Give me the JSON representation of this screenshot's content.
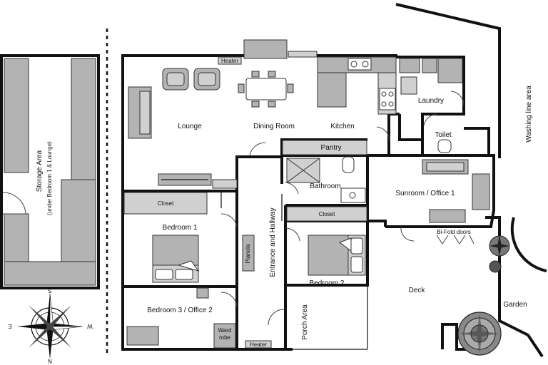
{
  "labels": {
    "storage_area": "Storage Area",
    "storage_sub": "(under Bedroom 1 & Lounge)",
    "heater_top": "Heater",
    "heater_bottom": "Heater",
    "lounge": "Lounge",
    "dining_room": "Dining Room",
    "kitchen": "Kitchen",
    "laundry": "Laundry",
    "toilet": "Toilet",
    "pantry": "Pantry",
    "washing_line": "Washing line area",
    "closet_1": "Closet",
    "closet_2": "Closet",
    "bathroom": "Bathroom",
    "sunroom": "Sunroom / Office 1",
    "bifold": "Bi-Fold doors",
    "bedroom_1": "Bedroom 1",
    "bedroom_2": "Bedroom 2",
    "bedroom_3": "Bedroom 3 / Office 2",
    "entrance": "Entrance and Hallway",
    "pianola": "Pianola",
    "deck": "Deck",
    "porch": "Porch Area",
    "garden": "Garden",
    "wardrobe_1": "Ward",
    "wardrobe_2": "robe"
  },
  "compass": {
    "n": "N",
    "s": "S",
    "e": "E",
    "w": "W"
  }
}
